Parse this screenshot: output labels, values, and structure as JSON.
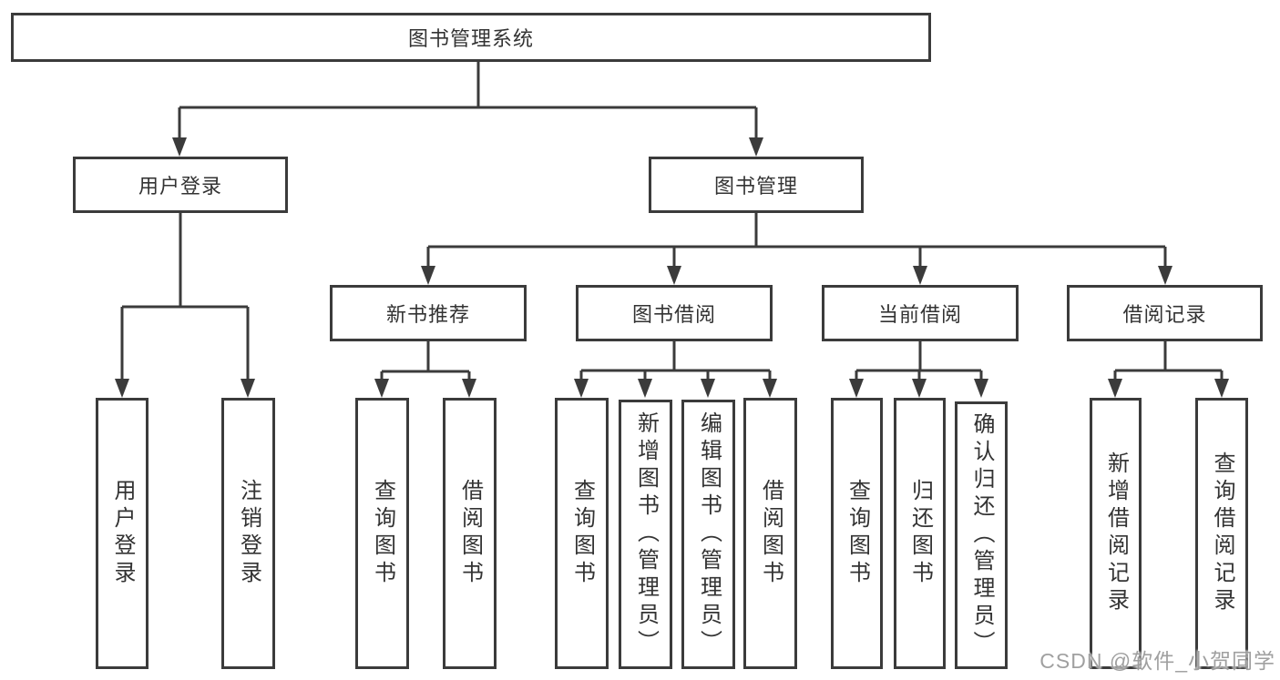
{
  "diagram": {
    "kind": "hierarchy-tree",
    "colors": {
      "line": "#3b3b3b",
      "box_border": "#3b3b3b",
      "text": "#333333",
      "background": "#ffffff",
      "watermark": "#989898"
    }
  },
  "tree": {
    "label": "图书管理系统",
    "children": [
      {
        "label": "用户登录",
        "children": [
          {
            "label": "用户登录"
          },
          {
            "label": "注销登录"
          }
        ]
      },
      {
        "label": "图书管理",
        "children": [
          {
            "label": "新书推荐",
            "children": [
              {
                "label": "查询图书"
              },
              {
                "label": "借阅图书"
              }
            ]
          },
          {
            "label": "图书借阅",
            "children": [
              {
                "label": "查询图书"
              },
              {
                "label": "新增图书（管理员）"
              },
              {
                "label": "编辑图书（管理员）"
              },
              {
                "label": "借阅图书"
              }
            ]
          },
          {
            "label": "当前借阅",
            "children": [
              {
                "label": "查询图书"
              },
              {
                "label": "归还图书"
              },
              {
                "label": "确认归还（管理员）"
              }
            ]
          },
          {
            "label": "借阅记录",
            "children": [
              {
                "label": "新增借阅记录"
              },
              {
                "label": "查询借阅记录"
              }
            ]
          }
        ]
      }
    ]
  },
  "watermark": {
    "text": "CSDN @软件_小贺同学"
  }
}
